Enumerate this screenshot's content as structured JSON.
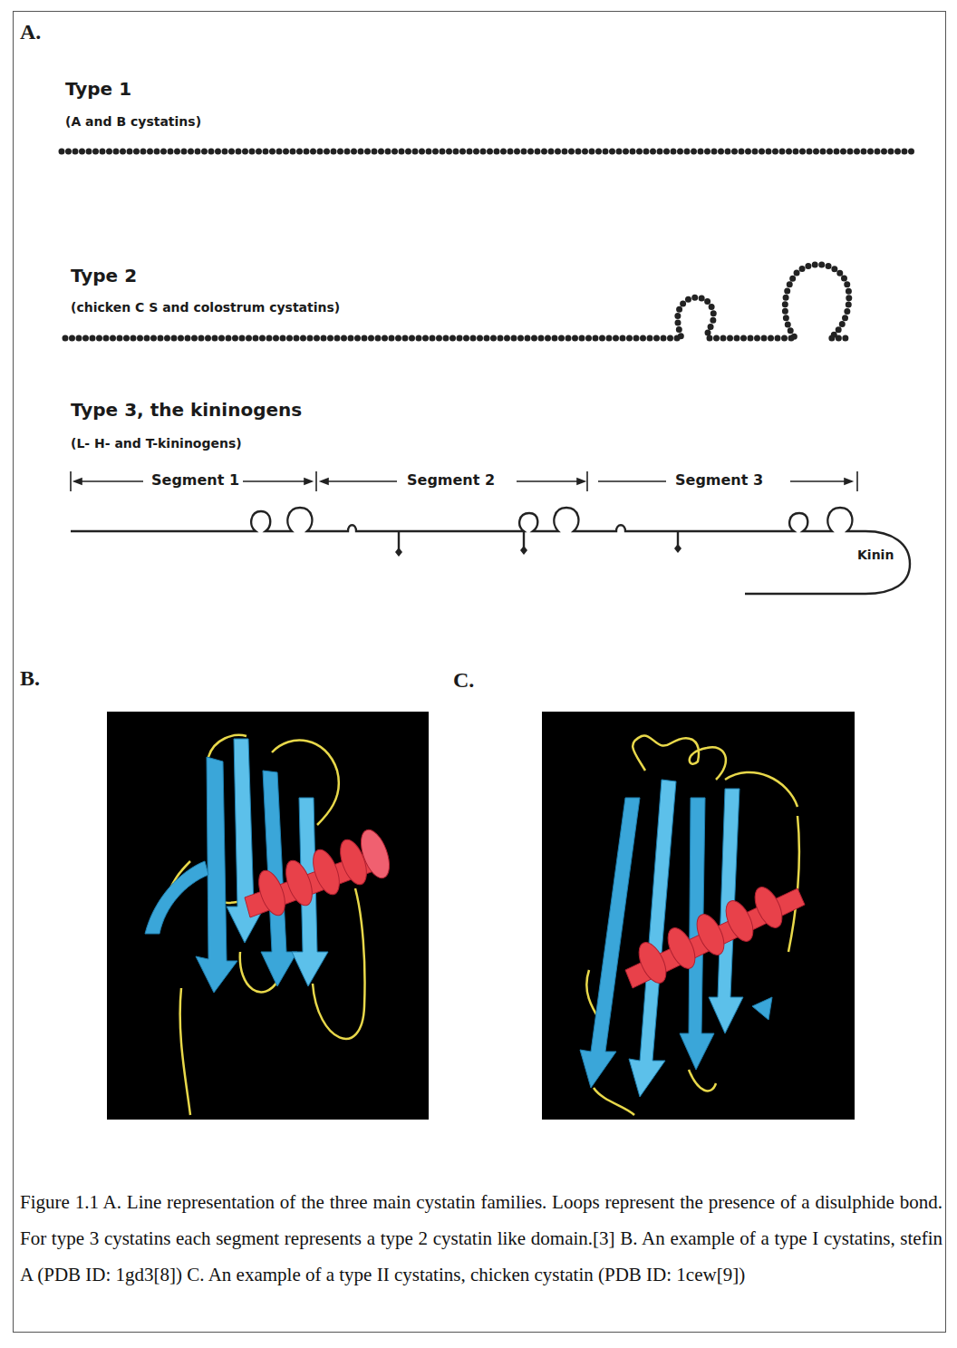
{
  "diagram": {
    "caption": "Figure 1.1 A. Line representation of the three main cystatin families. Loops represent the presence of a disulphide bond. For type 3 cystatins each segment represents a type 2 cystatin like domain.[3] B. An example of a type I cystatins, stefin A (PDB ID: 1gd3[8]) C. An example of a type II cystatins, chicken cystatin (PDB ID: 1cew[9])",
    "labels": [
      "A.",
      "Type 1",
      "(A and B cystatins)",
      "Type 2",
      "(chicken C S and colostrum cystatins)",
      "Type 3, the kininogens",
      "(L- H- and T-kininogens)",
      "Segment 1",
      "Segment 2",
      "Segment 3",
      "Kinin",
      "B.",
      "C."
    ]
  }
}
